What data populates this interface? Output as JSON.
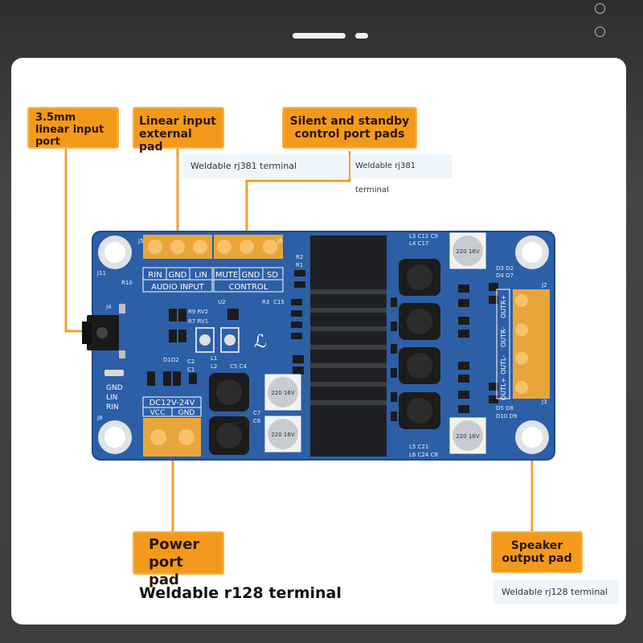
{
  "callouts": {
    "jack": "3.5mm linear input port",
    "linear_pad": "Linear input external pad",
    "control_pad": "Silent and standby control port pads",
    "power": "Power port pad",
    "speaker": "Speaker output pad"
  },
  "notes": {
    "rj381_left": "Weldable rj381 terminal",
    "rj381_right": "Weldable rj381 terminal",
    "r128_power": "Weldable r128 terminal",
    "r128_speaker": "Weldable rj128 terminal"
  },
  "board": {
    "pad_labels_audio": [
      "RIN",
      "GND",
      "LIN"
    ],
    "audio_title": "AUDIO INPUT",
    "pad_labels_control": [
      "MUTE",
      "GND",
      "SD"
    ],
    "control_title": "CONTROL",
    "power_title": "DC12V-24V",
    "power_pins": [
      "VCC",
      "GND"
    ],
    "speaker_pins": [
      "OUTR+",
      "OUTR-",
      "OUTL-",
      "OUTL+"
    ],
    "input_legend": [
      "GND",
      "LIN",
      "RIN"
    ],
    "cap_label": "220 16V",
    "silk": {
      "j5": "J5",
      "j6": "J6",
      "j11": "J11",
      "r10": "R10",
      "j4": "J4",
      "j8": "J8",
      "r9rv2": "R9 RV2",
      "r7rv1": "R7 RV1",
      "u2": "U2",
      "r3": "R3",
      "c15": "C15",
      "d1d2": "D1D2",
      "c2": "C2",
      "c1": "C1",
      "l1": "L1",
      "l2": "L2",
      "c5c4": "C5 C4",
      "c7": "C7",
      "c6": "C6",
      "r2": "R2",
      "r1": "R1",
      "l3": "L3 C12 C9",
      "l4": "L4 C17",
      "l5": "L5 C21",
      "l6": "L6 C24 C8",
      "d3": "D3 D2",
      "d4": "D4 D7",
      "d5": "D5 D8",
      "d6": "D10 D9",
      "j2": "J2",
      "j3": "J3"
    }
  },
  "colors": {
    "callout": "#f39a1d",
    "pcb": "#2c5fa6",
    "pad_gold": "#e8a63a",
    "heatsink": "#1e2024"
  }
}
